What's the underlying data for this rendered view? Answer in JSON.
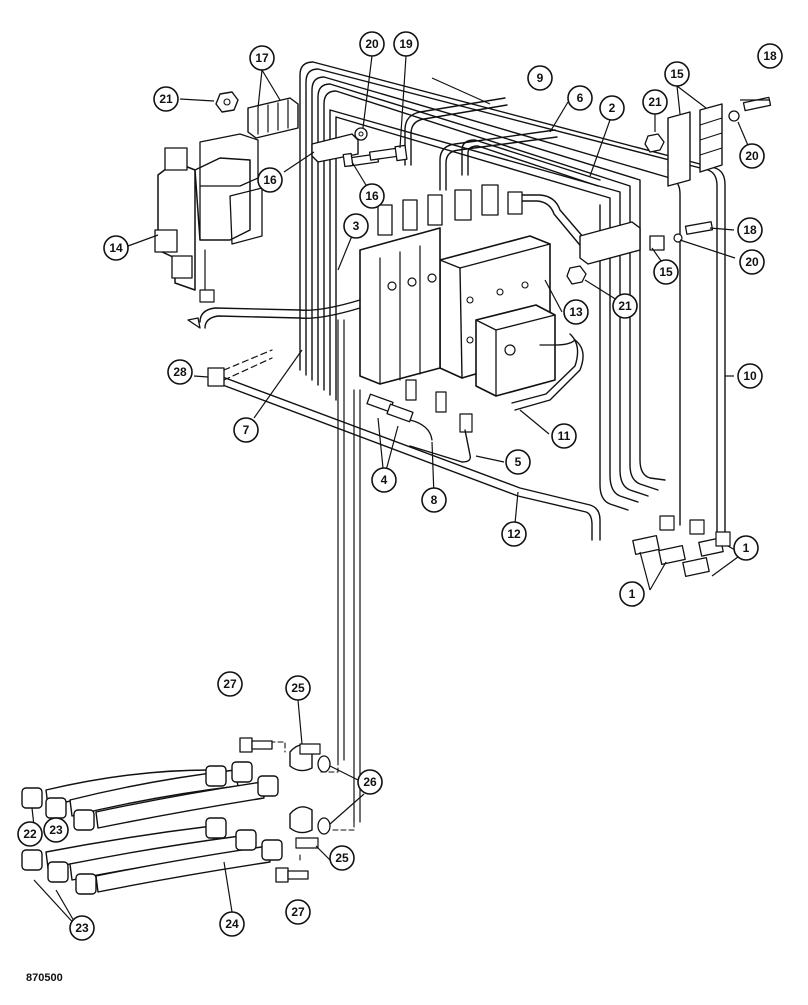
{
  "diagram": {
    "drawing_number": "870500",
    "callouts": [
      {
        "id": "c21a",
        "label": "21"
      },
      {
        "id": "c17",
        "label": "17"
      },
      {
        "id": "c20a",
        "label": "20"
      },
      {
        "id": "c19",
        "label": "19"
      },
      {
        "id": "c9",
        "label": "9"
      },
      {
        "id": "c6",
        "label": "6"
      },
      {
        "id": "c2",
        "label": "2"
      },
      {
        "id": "c15a",
        "label": "15"
      },
      {
        "id": "c18a",
        "label": "18"
      },
      {
        "id": "c21b",
        "label": "21"
      },
      {
        "id": "c20b",
        "label": "20"
      },
      {
        "id": "c16a",
        "label": "16"
      },
      {
        "id": "c16b",
        "label": "16"
      },
      {
        "id": "c14",
        "label": "14"
      },
      {
        "id": "c3",
        "label": "3"
      },
      {
        "id": "c18b",
        "label": "18"
      },
      {
        "id": "c15b",
        "label": "15"
      },
      {
        "id": "c20c",
        "label": "20"
      },
      {
        "id": "c21c",
        "label": "21"
      },
      {
        "id": "c13",
        "label": "13"
      },
      {
        "id": "c28",
        "label": "28"
      },
      {
        "id": "c10",
        "label": "10"
      },
      {
        "id": "c7",
        "label": "7"
      },
      {
        "id": "c11",
        "label": "11"
      },
      {
        "id": "c4",
        "label": "4"
      },
      {
        "id": "c5",
        "label": "5"
      },
      {
        "id": "c8",
        "label": "8"
      },
      {
        "id": "c12",
        "label": "12"
      },
      {
        "id": "c1a",
        "label": "1"
      },
      {
        "id": "c1b",
        "label": "1"
      },
      {
        "id": "c27a",
        "label": "27"
      },
      {
        "id": "c25a",
        "label": "25"
      },
      {
        "id": "c26",
        "label": "26"
      },
      {
        "id": "c22",
        "label": "22"
      },
      {
        "id": "c23a",
        "label": "23"
      },
      {
        "id": "c25b",
        "label": "25"
      },
      {
        "id": "c27b",
        "label": "27"
      },
      {
        "id": "c23b",
        "label": "23"
      },
      {
        "id": "c24",
        "label": "24"
      }
    ]
  }
}
